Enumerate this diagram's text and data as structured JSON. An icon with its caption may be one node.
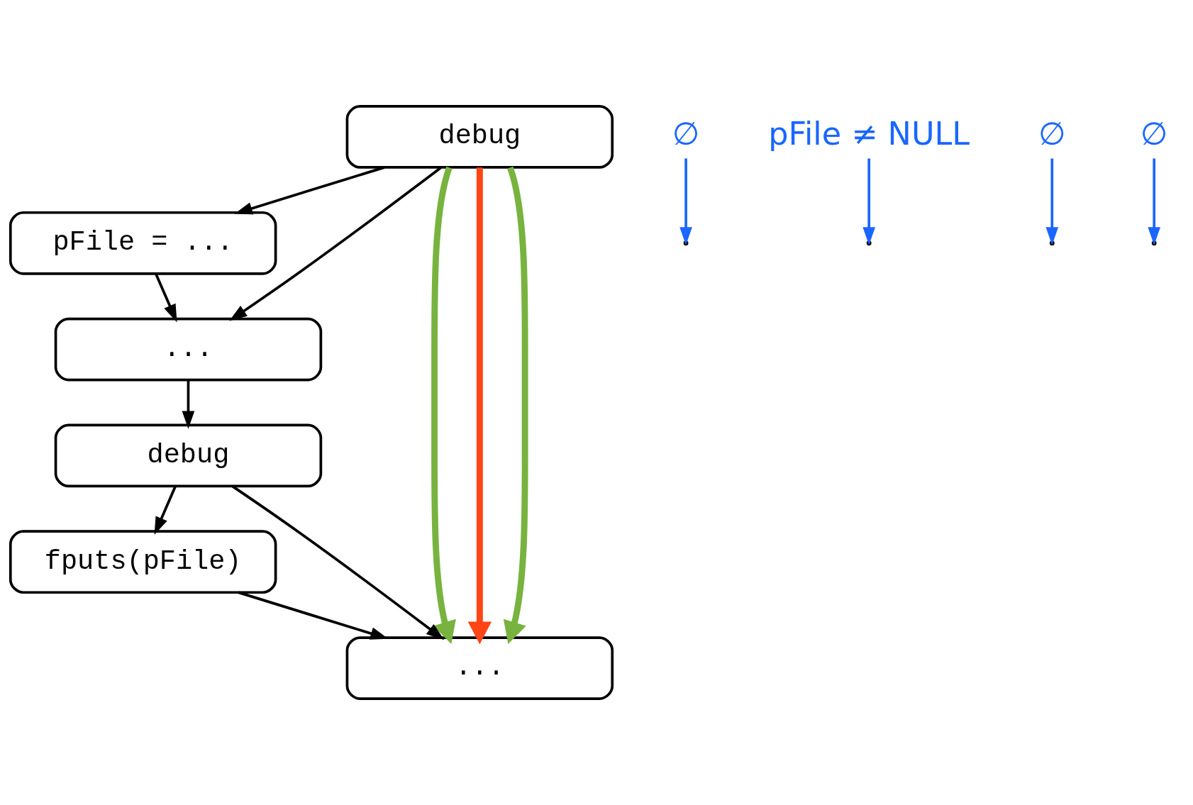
{
  "diagram": {
    "nodes": [
      {
        "text": [
          "debug"
        ]
      },
      {
        "text": [
          "pFile = ..."
        ]
      },
      {
        "text": [
          "..."
        ]
      },
      {
        "text": [
          "debug"
        ]
      },
      {
        "text": [
          "fputs(pFile)"
        ]
      },
      {
        "text": [
          "..."
        ]
      },
      {
        "text": [
          "∅"
        ]
      },
      {
        "text": [
          "pFile ≠ NULL"
        ]
      },
      {
        "text": [
          "∅"
        ]
      },
      {
        "text": [
          "∅"
        ]
      }
    ],
    "edges": [
      {
        "from": 0,
        "to": 1,
        "arrow": "to"
      },
      {
        "from": 1,
        "to": 2,
        "arrow": "to"
      },
      {
        "from": 0,
        "to": 2,
        "arrow": "to"
      },
      {
        "from": 2,
        "to": 3,
        "arrow": "to"
      },
      {
        "from": 3,
        "to": 4,
        "arrow": "to"
      },
      {
        "from": 3,
        "to": 5,
        "arrow": "to"
      },
      {
        "from": 4,
        "to": 5,
        "arrow": "to"
      },
      {
        "from": 6,
        "to": null,
        "arrow": "to",
        "color": "#1a66ff"
      },
      {
        "from": 7,
        "to": null,
        "arrow": "to",
        "color": "#1a66ff"
      },
      {
        "from": 8,
        "to": null,
        "arrow": "to",
        "color": "#1a66ff"
      },
      {
        "from": 9,
        "to": null,
        "arrow": "to",
        "color": "#1a66ff"
      },
      {
        "from": 0,
        "to": 5,
        "arrow": "to",
        "style": "thick",
        "color": "#77b33e"
      },
      {
        "from": 0,
        "to": 5,
        "arrow": "to",
        "style": "thick",
        "color": "#ff4515"
      },
      {
        "from": 0,
        "to": 5,
        "arrow": "to",
        "style": "thick",
        "color": "#77b33e"
      }
    ]
  }
}
